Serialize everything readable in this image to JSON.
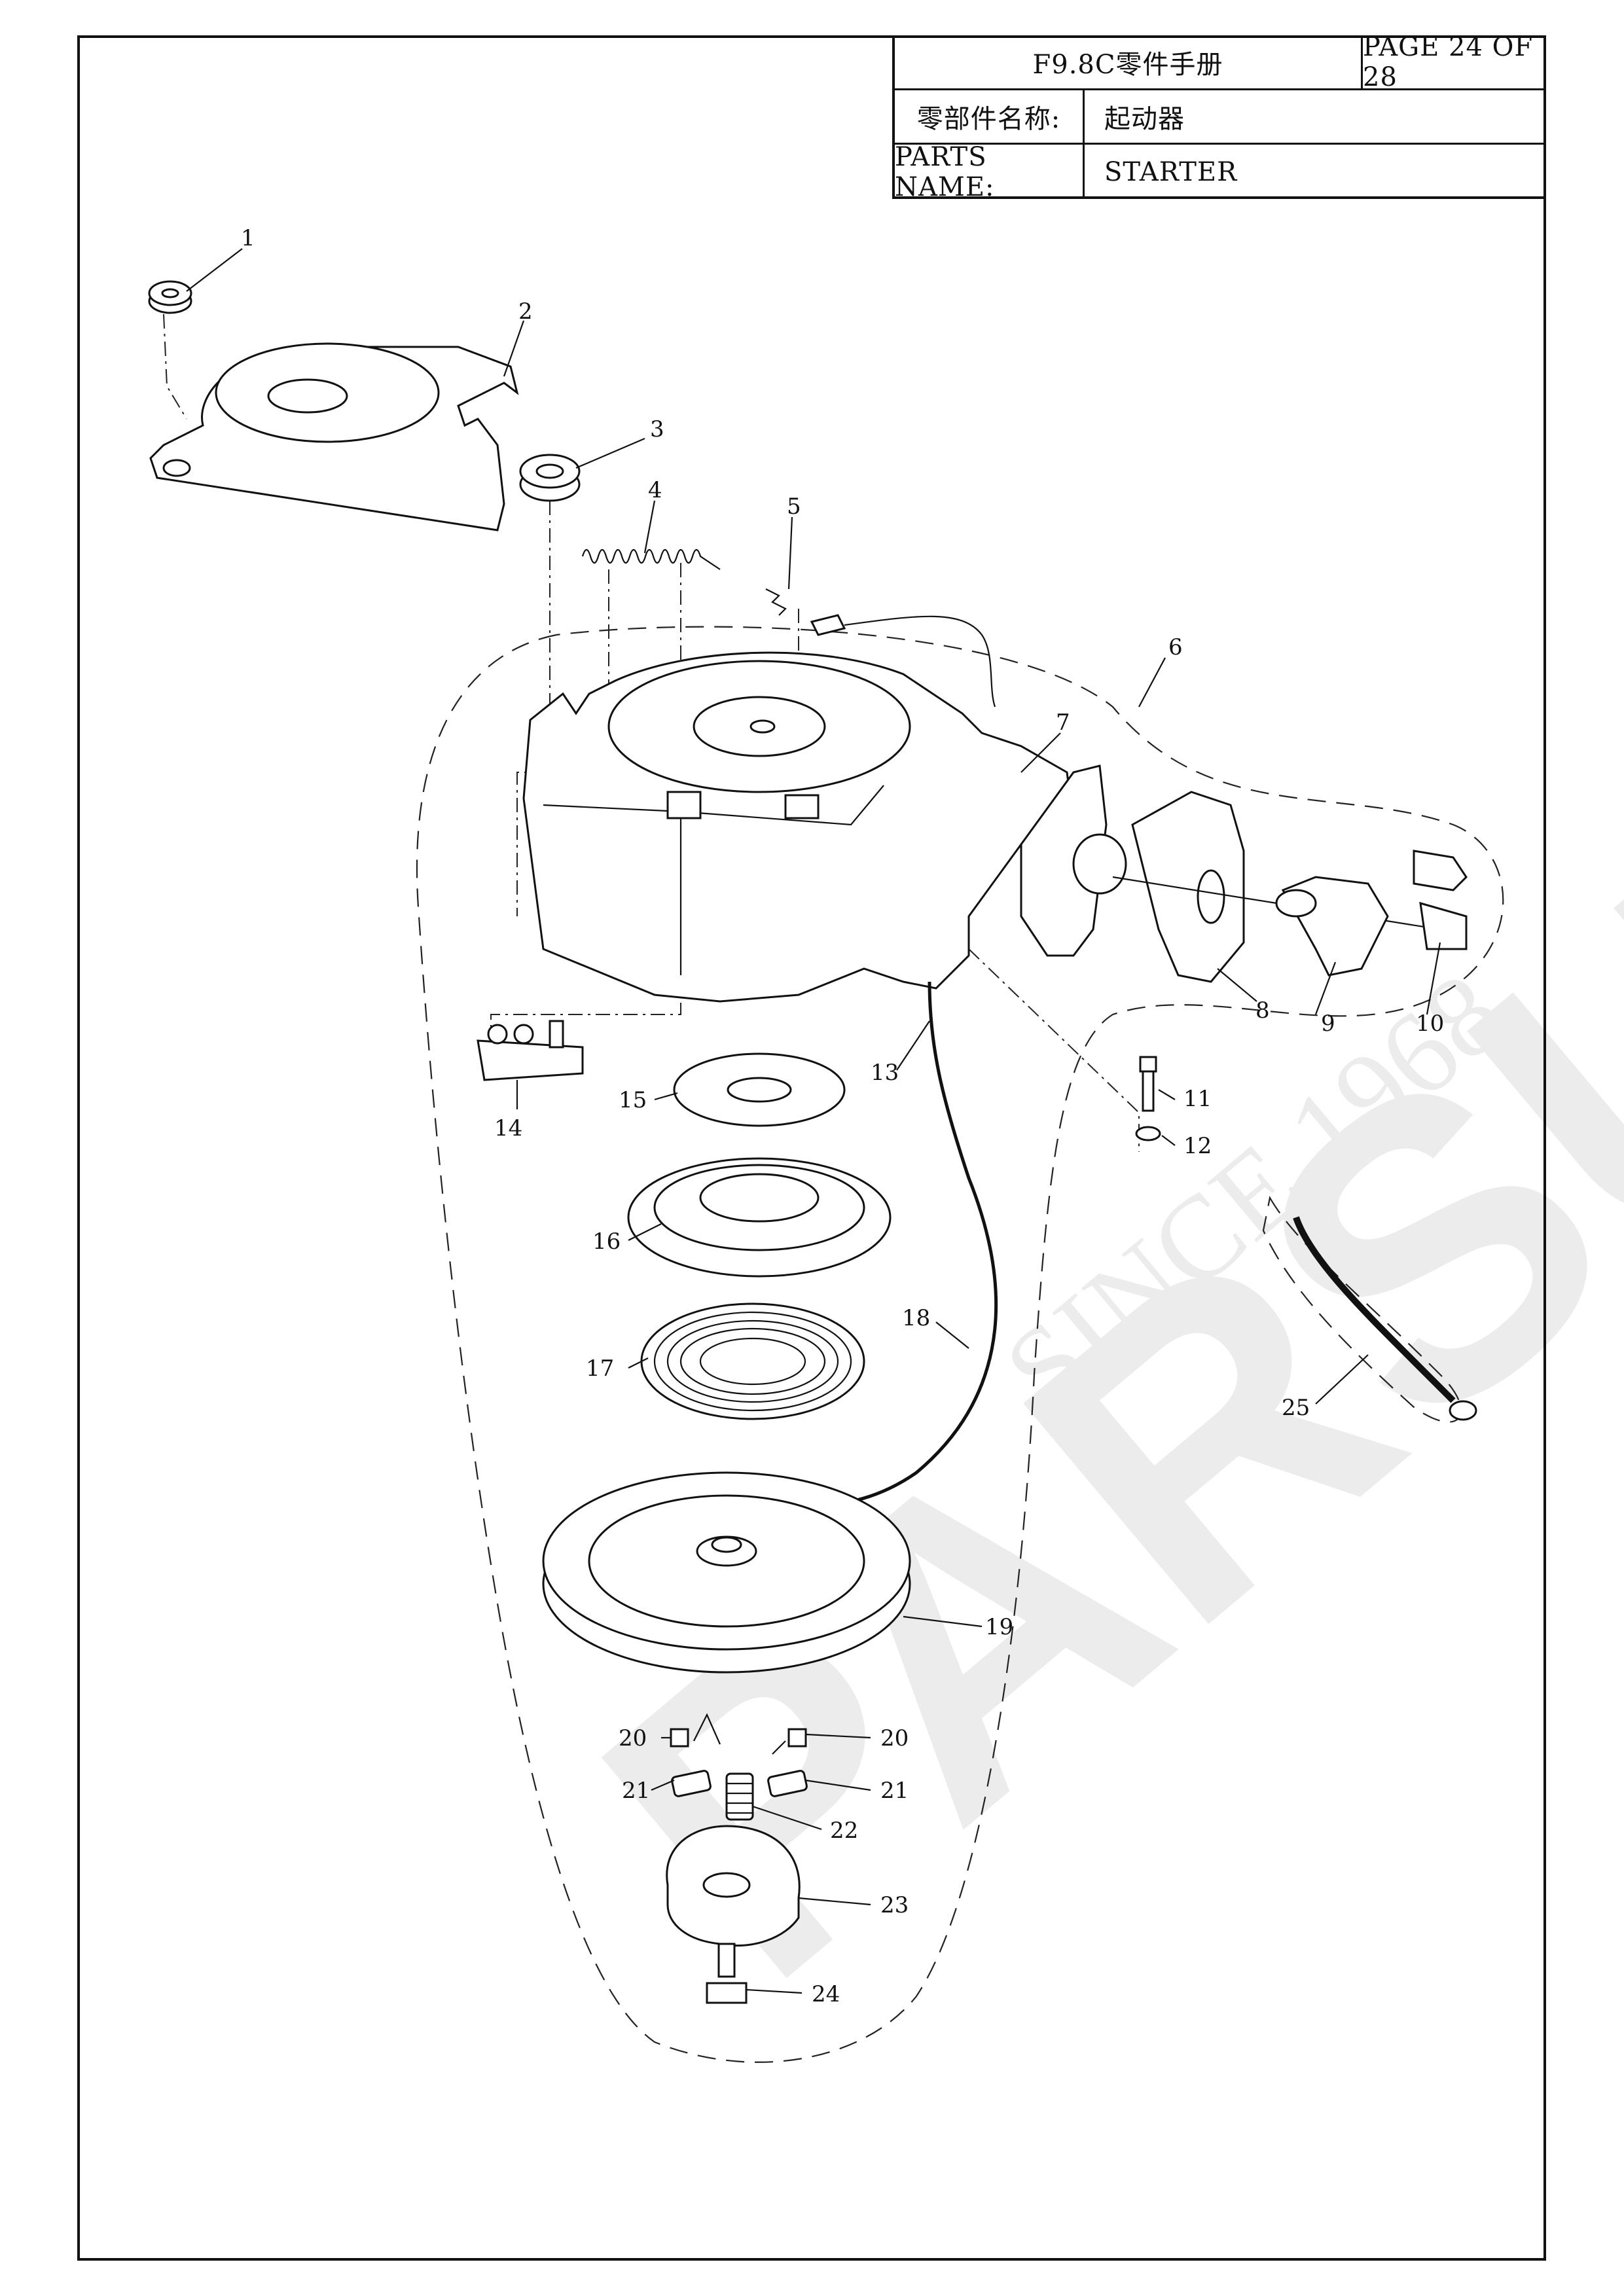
{
  "title_block": {
    "manual_title": "F9.8C零件手册",
    "page": "PAGE 24 OF 28",
    "parts_name_cn_label": "零部件名称:",
    "parts_name_cn_value": "起动器",
    "parts_name_en_label": "PARTS NAME:",
    "parts_name_en_value": "STARTER"
  },
  "watermark": {
    "brand": "PARSUN",
    "since": "SINCE 1968"
  },
  "callouts": [
    "1",
    "2",
    "3",
    "4",
    "5",
    "6",
    "7",
    "8",
    "9",
    "10",
    "11",
    "12",
    "13",
    "14",
    "15",
    "16",
    "17",
    "18",
    "19",
    "20",
    "20",
    "21",
    "21",
    "22",
    "23",
    "24",
    "25"
  ]
}
